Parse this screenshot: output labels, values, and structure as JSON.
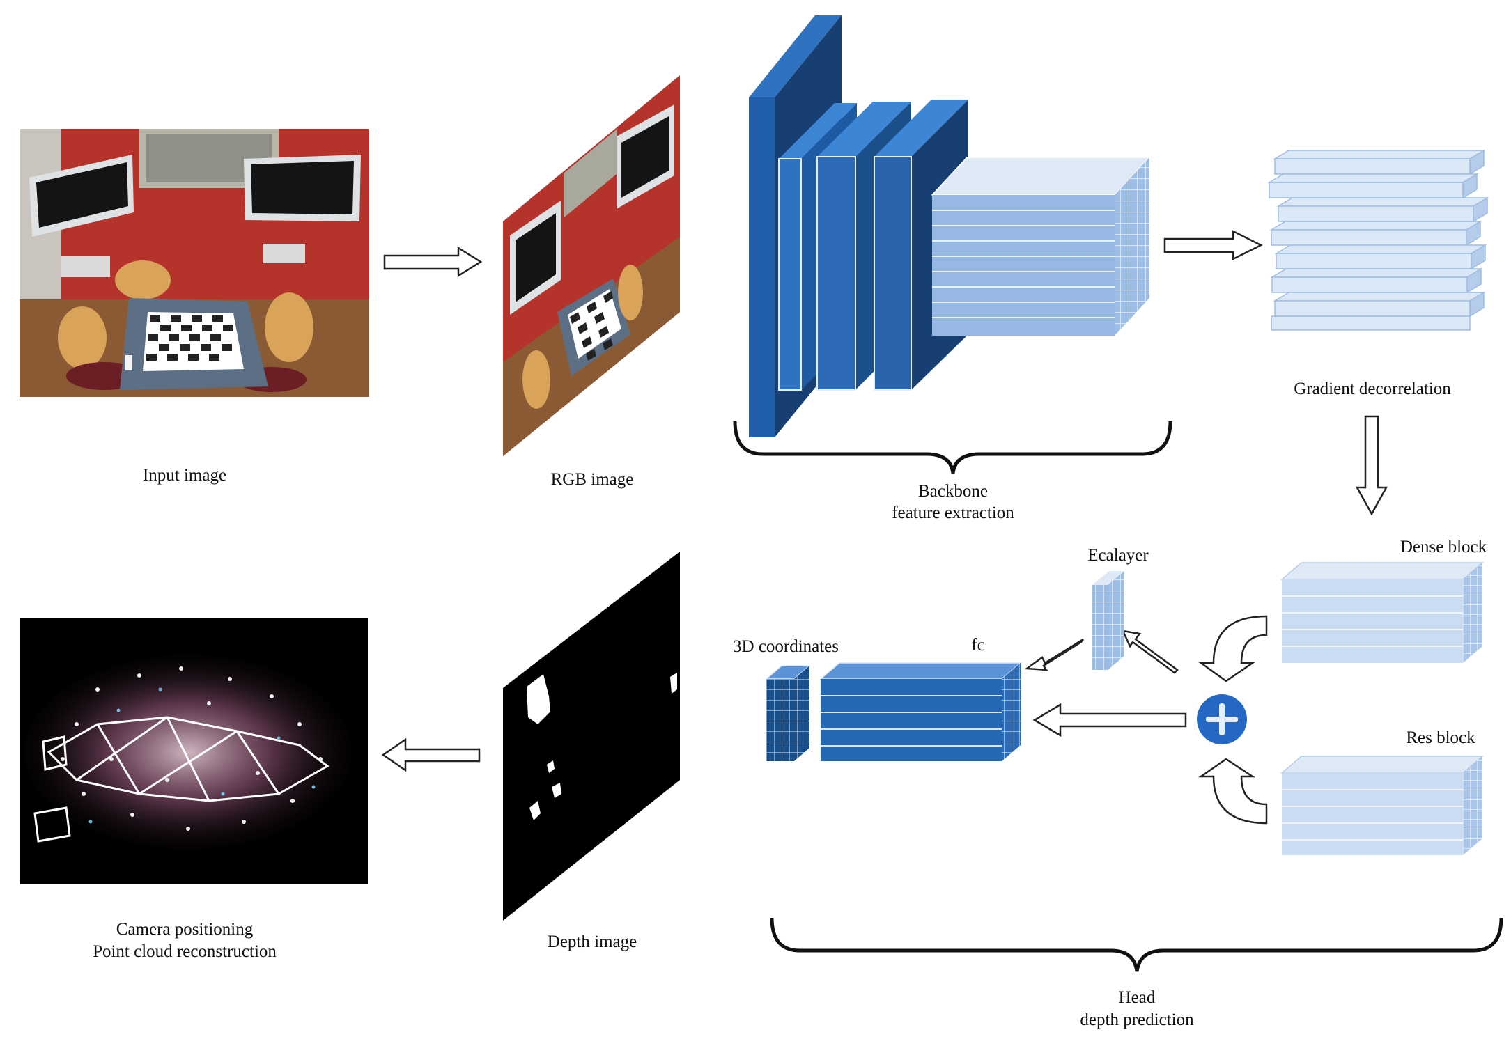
{
  "labels": {
    "input_image": "Input image",
    "rgb_image": "RGB image",
    "backbone_line1": "Backbone",
    "backbone_line2": "feature extraction",
    "gradient_decorrelation": "Gradient decorrelation",
    "dense_block": "Dense block",
    "res_block": "Res block",
    "ecalayer": "Ecalayer",
    "coords_3d": "3D coordinates",
    "fc": "fc",
    "head_line1": "Head",
    "head_line2": "depth prediction",
    "depth_image": "Depth image",
    "camera_line1": "Camera positioning",
    "camera_line2": "Point cloud reconstruction"
  },
  "icons": {
    "plus": "plus-icon",
    "arrow": "hollow-arrow-icon"
  },
  "colors": {
    "dark_blue": "#173f72",
    "mid_blue": "#1f5ea8",
    "bright_blue": "#2f73c0",
    "light_blue": "#8fb3e0",
    "pale_blue": "#cfe0f3",
    "adder_blue": "#2468c4",
    "scene_red": "#b2302a"
  }
}
